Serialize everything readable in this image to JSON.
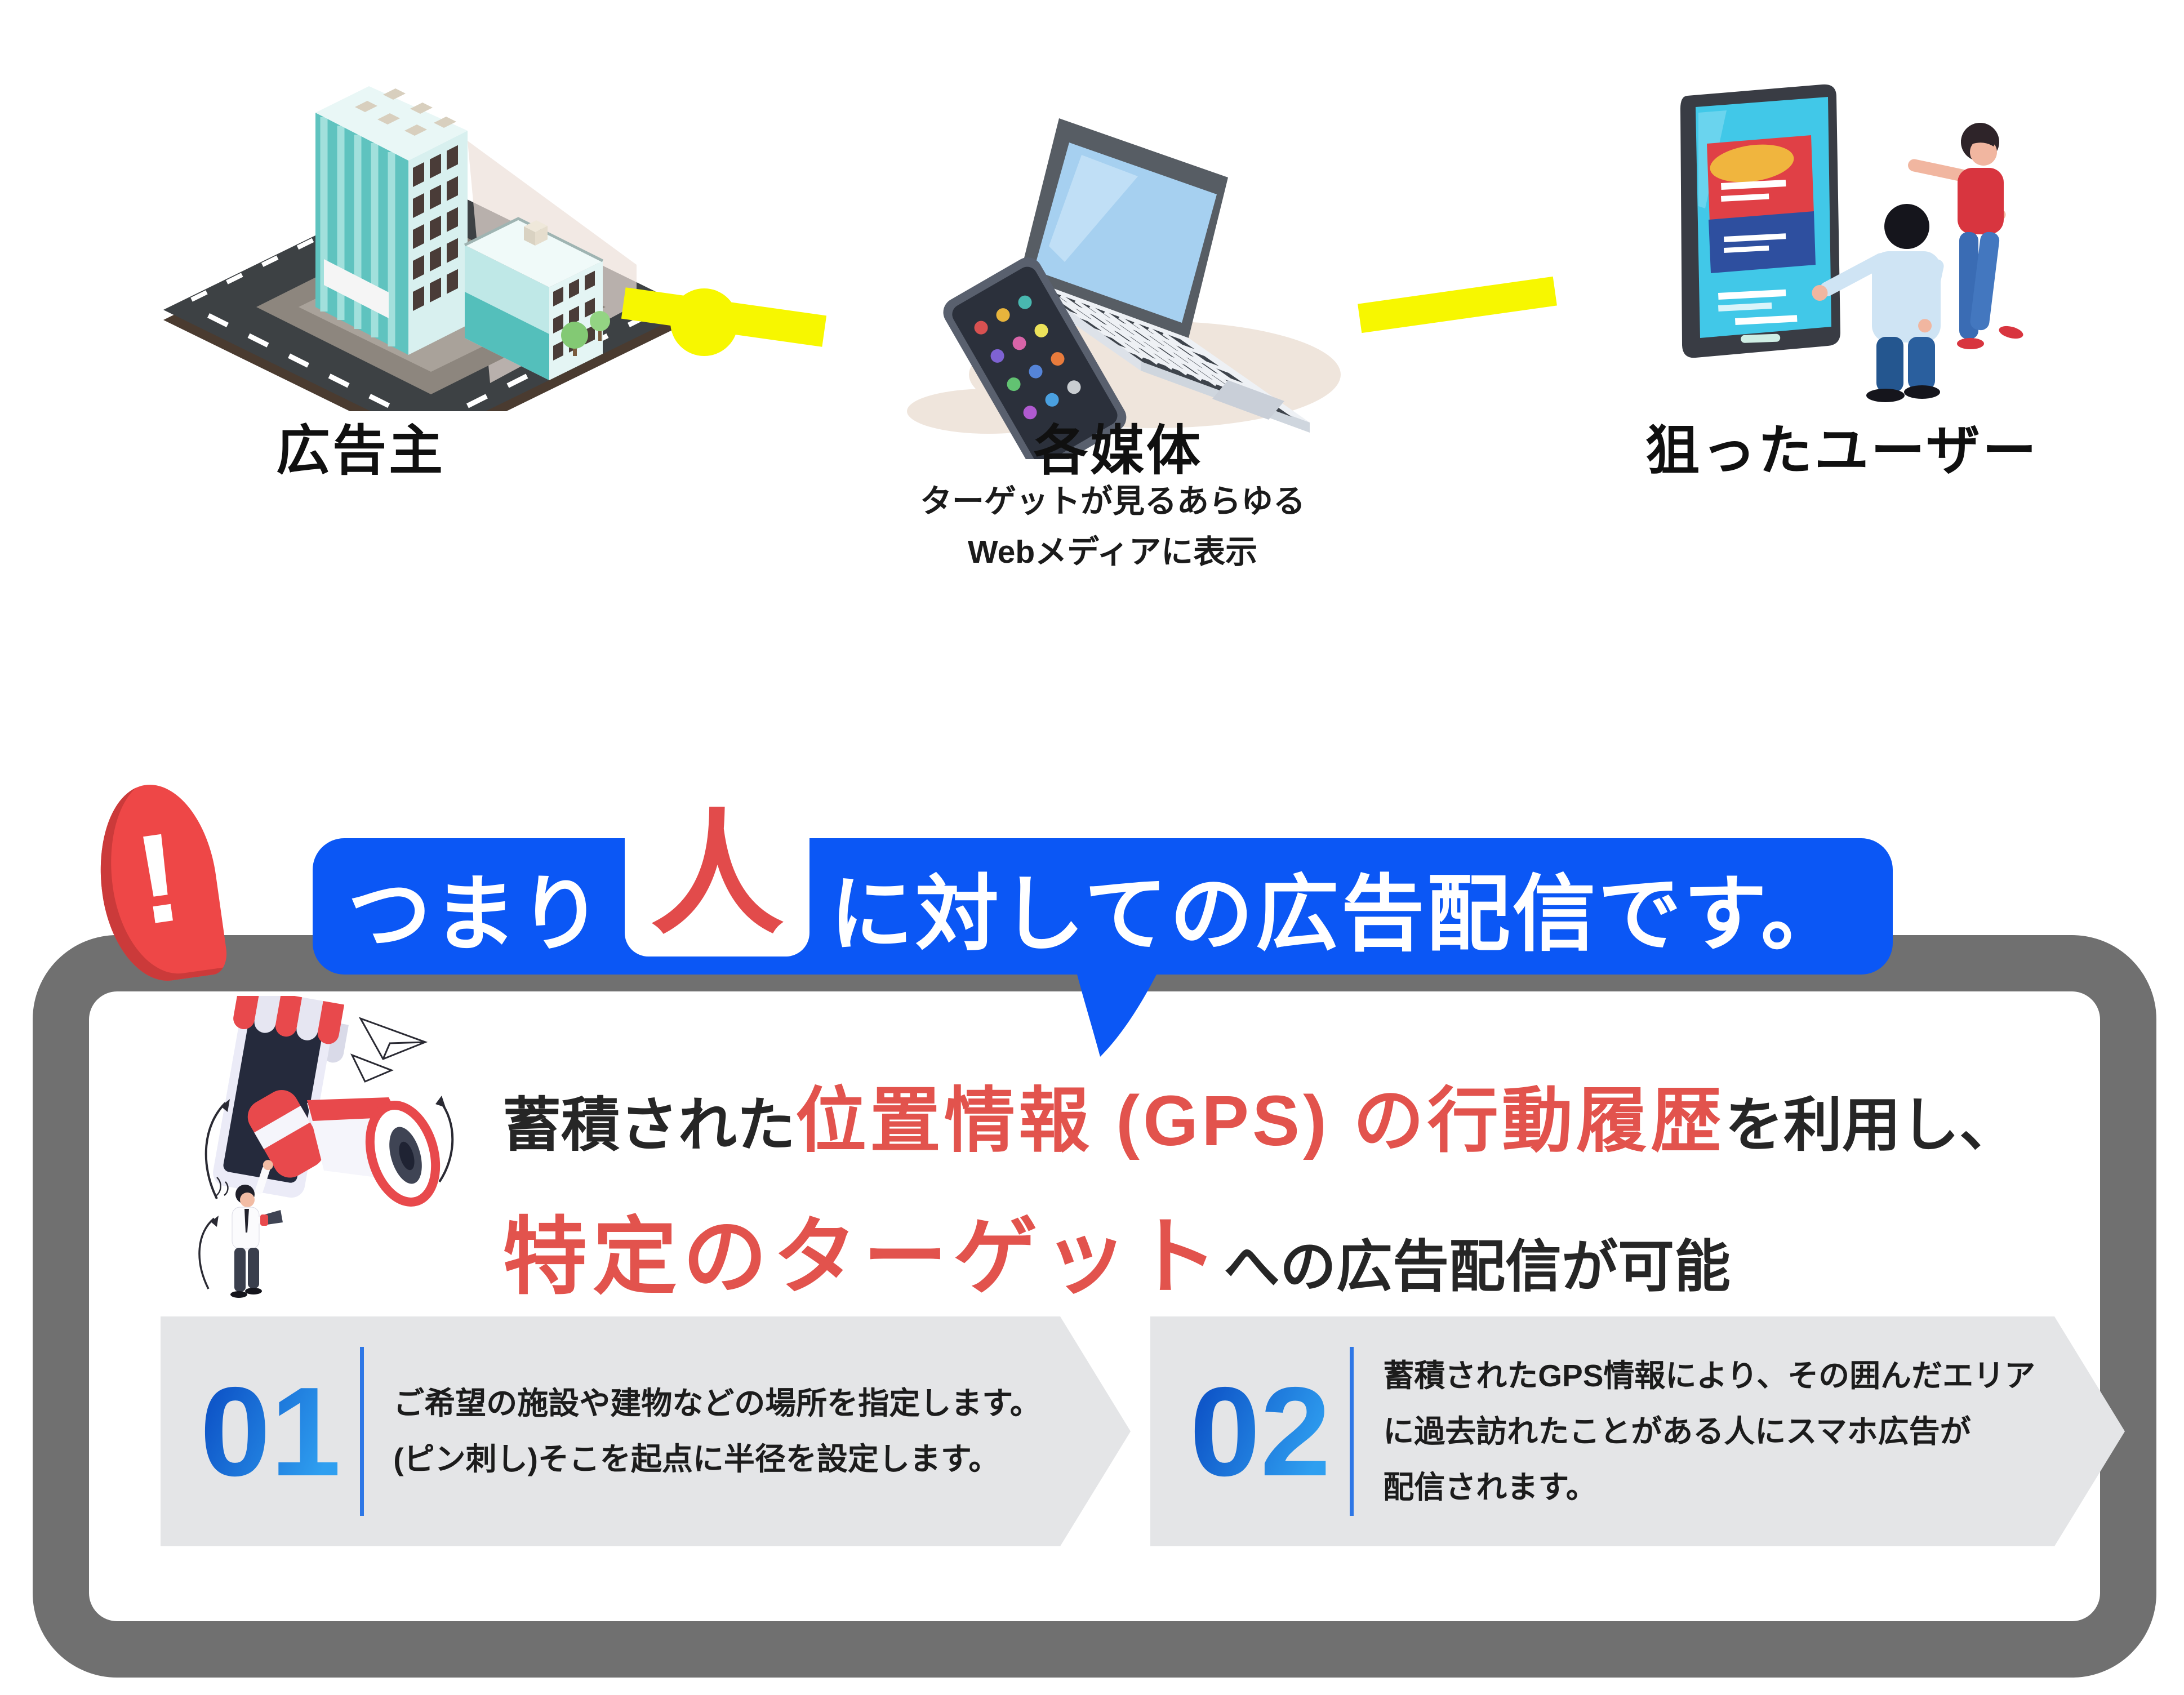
{
  "flow": {
    "nodes": [
      {
        "label": "広告主"
      },
      {
        "label": "各媒体",
        "subtitle": [
          "ターゲットが見るあらゆる",
          "Webメディアに表示"
        ]
      },
      {
        "label": "狙ったユーザー"
      }
    ]
  },
  "callout": {
    "exclamation": "!",
    "banner_prefix": "つまり",
    "banner_highlight": "人",
    "banner_suffix": "に対しての広告配信です。"
  },
  "feature": {
    "line1_black1": "蓄積された",
    "line1_red": "位置情報 (GPS) の行動履歴",
    "line1_black2": "を利用し、",
    "line2_red": "特定のターゲット",
    "line2_black": "への広告配信が可能"
  },
  "steps": [
    {
      "number": "01",
      "lines": [
        "ご希望の施設や建物などの場所を指定します。",
        "(ピン刺し)そこを起点に半径を設定します。"
      ]
    },
    {
      "number": "02",
      "lines": [
        "蓄積されたGPS情報により、その囲んだエリア",
        "に過去訪れたことがある人にスマホ広告が",
        "配信されます。"
      ]
    }
  ],
  "colors": {
    "accent_blue": "#0b57f5",
    "accent_red": "#e2534d",
    "balloon_red": "#ee4747",
    "connector_yellow": "#f7f700",
    "panel_border_gray": "#707070",
    "step_bg": "#e4e5e7",
    "number_gradient_start": "#0f57c9",
    "number_gradient_end": "#2f9ff0"
  }
}
